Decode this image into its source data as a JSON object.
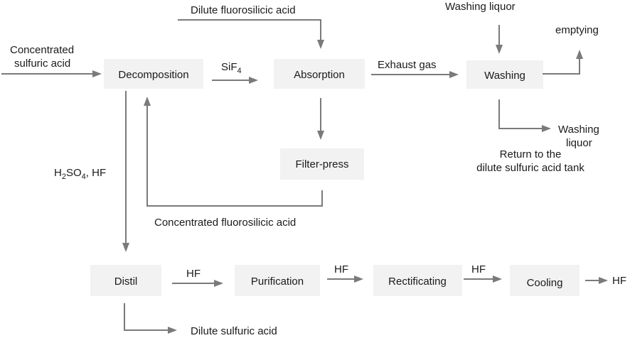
{
  "boxes": {
    "decomposition": "Decomposition",
    "absorption": "Absorption",
    "washing": "Washing",
    "filter_press": "Filter-press",
    "distil": "Distil",
    "purification": "Purification",
    "rectificating": "Rectificating",
    "cooling": "Cooling"
  },
  "labels": {
    "dilute_fluorosilicic_acid": "Dilute fluorosilicic acid",
    "washing_liquor_top": "Washing liquor",
    "emptying": "emptying",
    "concentrated_sulfuric_acid_line1": "Concentrated",
    "concentrated_sulfuric_acid_line2": "sulfuric acid",
    "sif4_base": "SiF",
    "sif4_sub": "4",
    "exhaust_gas": "Exhaust gas",
    "washing_liquor_out_line1": "Washing",
    "washing_liquor_out_line2": "liquor",
    "return_line1": "Return to the",
    "return_line2": "dilute sulfuric acid tank",
    "h2so4_h": "H",
    "h2so4_sub2": "2",
    "h2so4_so": "SO",
    "h2so4_sub4": "4",
    "h2so4_rest": ", HF",
    "concentrated_fluorosilicic_acid": "Concentrated fluorosilicic acid",
    "hf_1": "HF",
    "hf_2": "HF",
    "hf_3": "HF",
    "hf_4": "HF",
    "dilute_sulfuric_acid": "Dilute sulfuric acid"
  }
}
